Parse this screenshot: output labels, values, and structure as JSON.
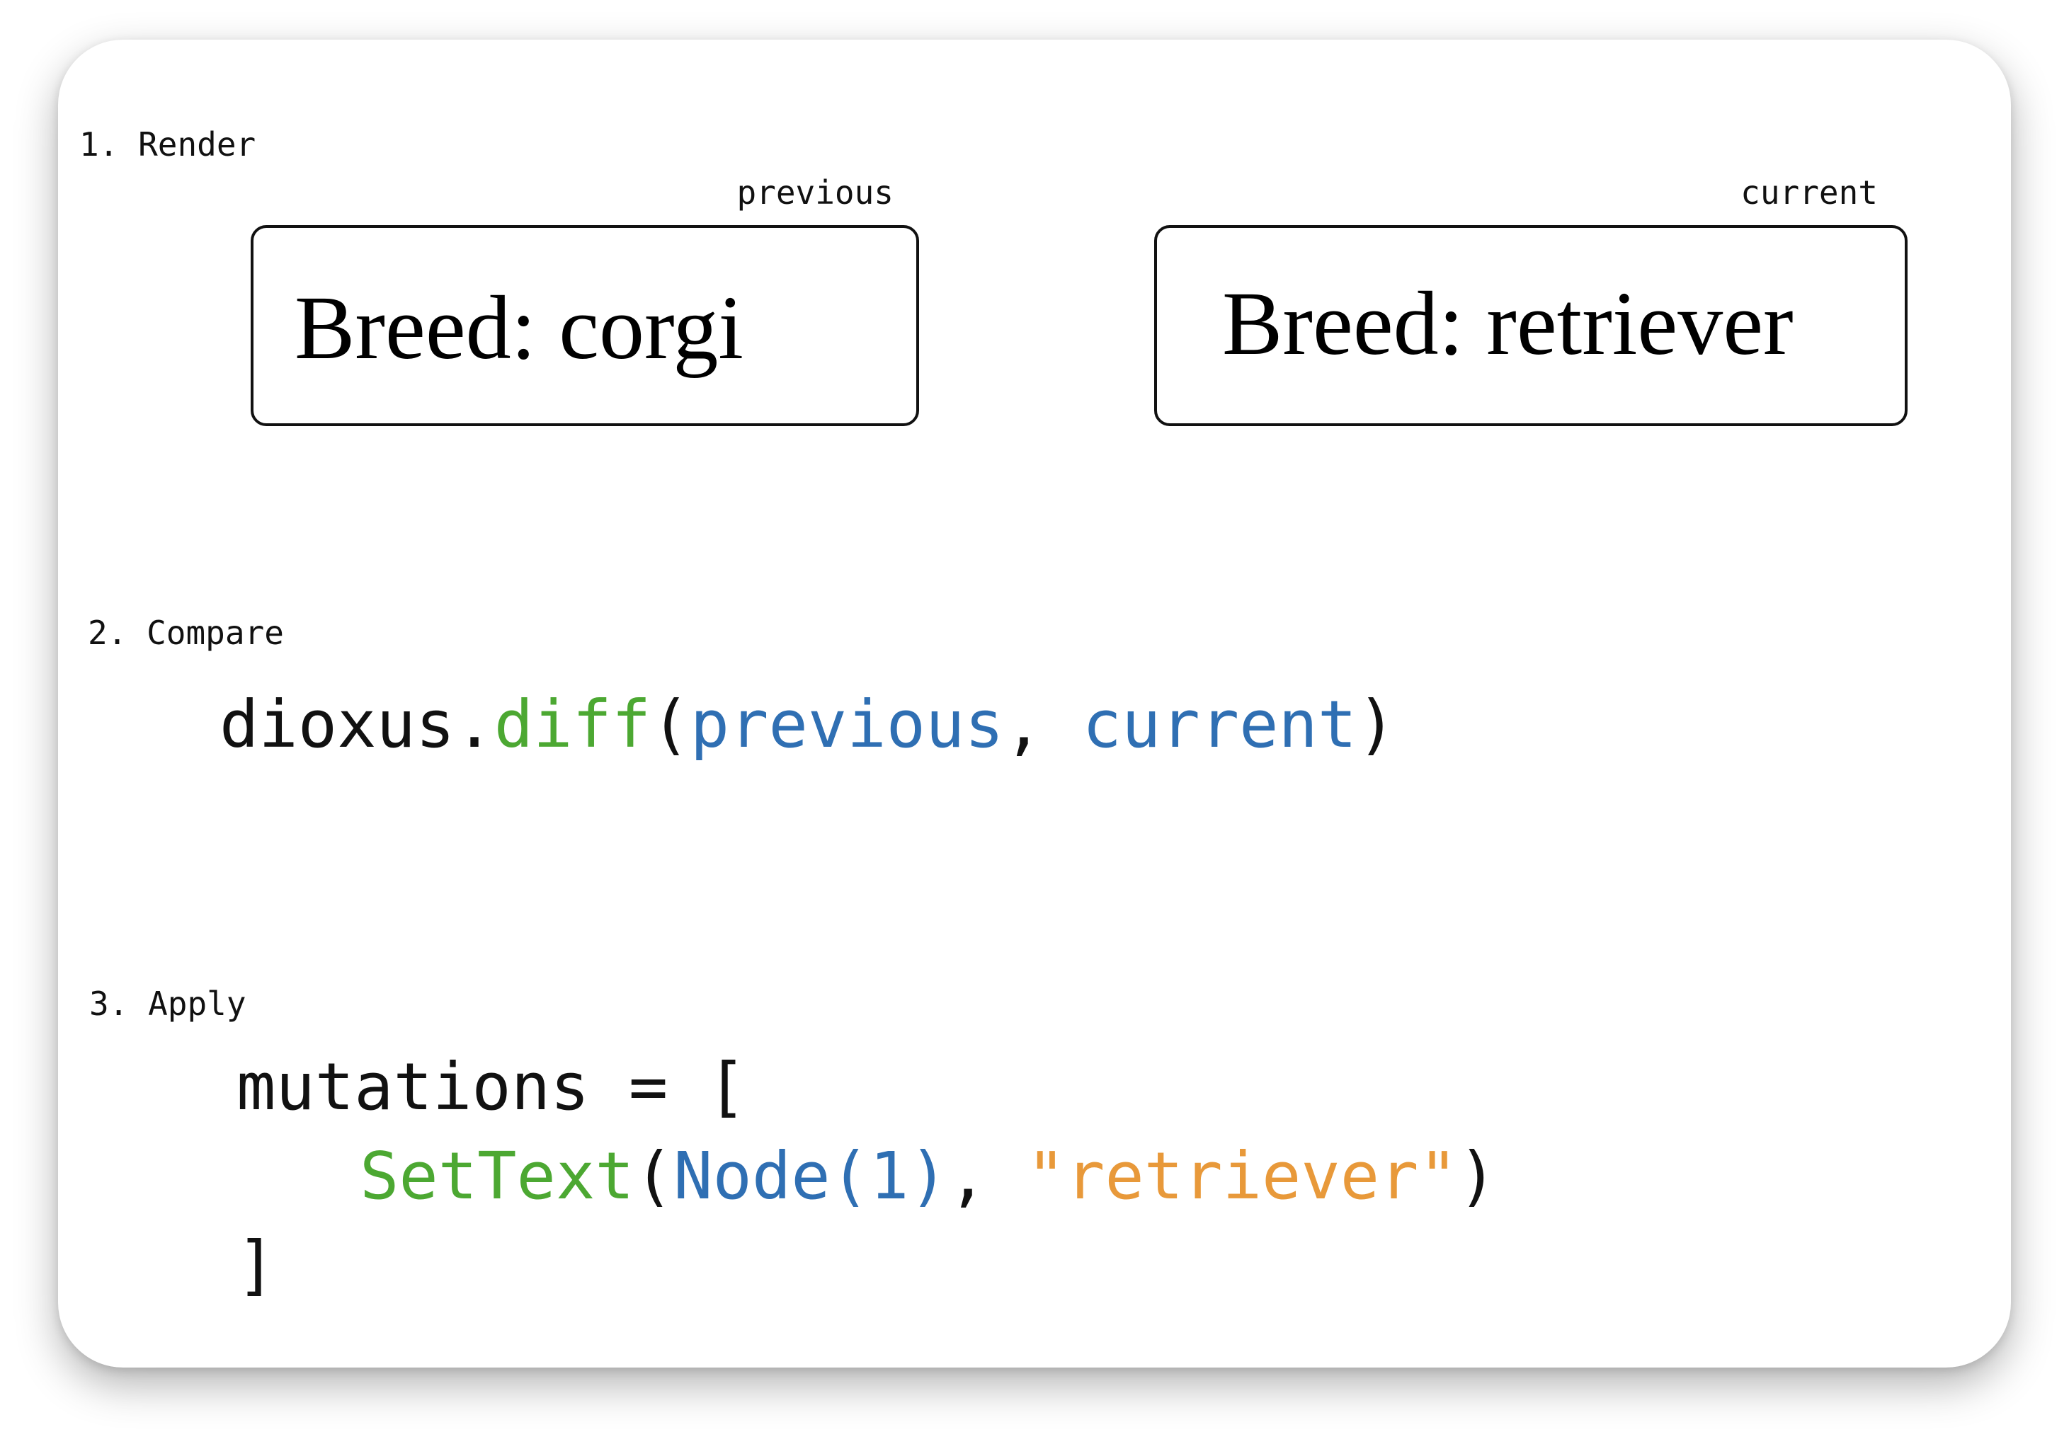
{
  "steps": {
    "render": {
      "label": "1. Render",
      "previous": {
        "caption": "previous",
        "text": "Breed: corgi"
      },
      "current": {
        "caption": "current",
        "text": "Breed: retriever"
      }
    },
    "compare": {
      "label": "2. Compare",
      "code": {
        "object": "dioxus",
        "dot": ".",
        "method": "diff",
        "open_paren": "(",
        "arg1": "previous",
        "comma": ", ",
        "arg2": "current",
        "close_paren": ")"
      }
    },
    "apply": {
      "label": "3. Apply",
      "code": {
        "line1": "mutations = [",
        "func": "SetText",
        "open_paren": "(",
        "node": "Node(1)",
        "comma": ", ",
        "string": "\"retriever\"",
        "close_paren": ")",
        "line3": "]"
      }
    }
  },
  "colors": {
    "method": "#4ca832",
    "identifier": "#2f6fb3",
    "string": "#e8993a",
    "text": "#111111"
  }
}
